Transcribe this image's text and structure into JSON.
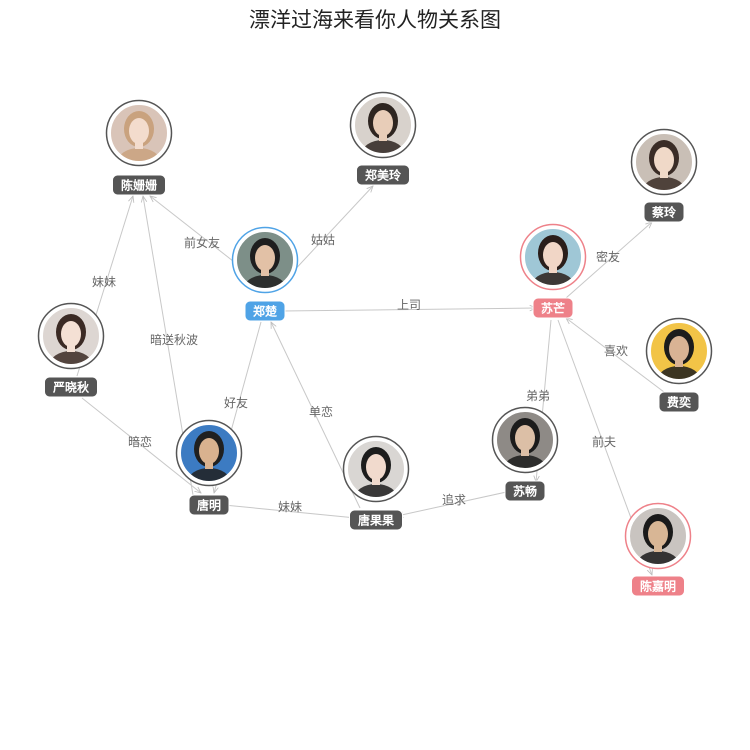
{
  "title": "漂洋过海来看你人物关系图",
  "colors": {
    "default_tag": "#555555",
    "female_lead_tag": "#ee8189",
    "male_lead_tag": "#4fa3e6",
    "edge": "#c8c8c8"
  },
  "nodes": [
    {
      "id": "chenshanshan",
      "name": "陈姗姗",
      "tag": "default",
      "ring": "#555555",
      "bg": "#d9c4b8",
      "hair": "#c9a27e",
      "skin": "#f3dccd"
    },
    {
      "id": "zhengmeiling",
      "name": "郑美玲",
      "tag": "default",
      "ring": "#555555",
      "bg": "#d8d2cc",
      "hair": "#2e2520",
      "skin": "#e8cdb8"
    },
    {
      "id": "zhengchu",
      "name": "郑楚",
      "tag": "male_lead",
      "ring": "#4fa3e6",
      "bg": "#7d8f88",
      "hair": "#1e1e1e",
      "skin": "#e2c1a6"
    },
    {
      "id": "sumang",
      "name": "苏芒",
      "tag": "female_lead",
      "ring": "#ee8189",
      "bg": "#9fc7d6",
      "hair": "#2a1e1a",
      "skin": "#f1d6c6"
    },
    {
      "id": "cailing",
      "name": "蔡玲",
      "tag": "default",
      "ring": "#555555",
      "bg": "#c9bfb6",
      "hair": "#3a2c26",
      "skin": "#f0d9c8"
    },
    {
      "id": "yanxiaoqiu",
      "name": "严晓秋",
      "tag": "default",
      "ring": "#555555",
      "bg": "#ddd6d2",
      "hair": "#3b2a24",
      "skin": "#f4e0d4"
    },
    {
      "id": "feiyi",
      "name": "费奕",
      "tag": "default",
      "ring": "#555555",
      "bg": "#f2c447",
      "hair": "#1c1c1c",
      "skin": "#d9b394"
    },
    {
      "id": "tangming",
      "name": "唐明",
      "tag": "default",
      "ring": "#555555",
      "bg": "#3c7bc2",
      "hair": "#202020",
      "skin": "#d9b28f"
    },
    {
      "id": "tangguoguo",
      "name": "唐果果",
      "tag": "default",
      "ring": "#555555",
      "bg": "#d9d6d3",
      "hair": "#1c1c1c",
      "skin": "#f1dacd"
    },
    {
      "id": "suchang",
      "name": "苏畅",
      "tag": "default",
      "ring": "#555555",
      "bg": "#8e8a86",
      "hair": "#1b1b1b",
      "skin": "#dcbfa6"
    },
    {
      "id": "chenjiaming",
      "name": "陈嘉明",
      "tag": "female_lead",
      "ring": "#ee8189",
      "bg": "#c9c4c0",
      "hair": "#1a1a1a",
      "skin": "#d8b695"
    }
  ],
  "edges": [
    {
      "source": "zhengchu",
      "target": "chenshanshan",
      "label": "前女友"
    },
    {
      "source": "zhengchu",
      "target": "zhengmeiling",
      "label": "姑姑"
    },
    {
      "source": "zhengchu",
      "target": "sumang",
      "label": "上司"
    },
    {
      "source": "sumang",
      "target": "cailing",
      "label": "密友"
    },
    {
      "source": "feiyi",
      "target": "sumang",
      "label": "喜欢"
    },
    {
      "source": "sumang",
      "target": "suchang",
      "label": "弟弟"
    },
    {
      "source": "sumang",
      "target": "chenjiaming",
      "label": "前夫"
    },
    {
      "source": "yanxiaoqiu",
      "target": "chenshanshan",
      "label": "妹妹"
    },
    {
      "source": "tangming",
      "target": "chenshanshan",
      "label": "暗送秋波"
    },
    {
      "source": "yanxiaoqiu",
      "target": "tangming",
      "label": "暗恋"
    },
    {
      "source": "zhengchu",
      "target": "tangming",
      "label": "好友"
    },
    {
      "source": "tangguoguo",
      "target": "zhengchu",
      "label": "单恋"
    },
    {
      "source": "tangming",
      "target": "tangguoguo",
      "label": "妹妹"
    },
    {
      "source": "suchang",
      "target": "tangguoguo",
      "label": "追求"
    }
  ]
}
